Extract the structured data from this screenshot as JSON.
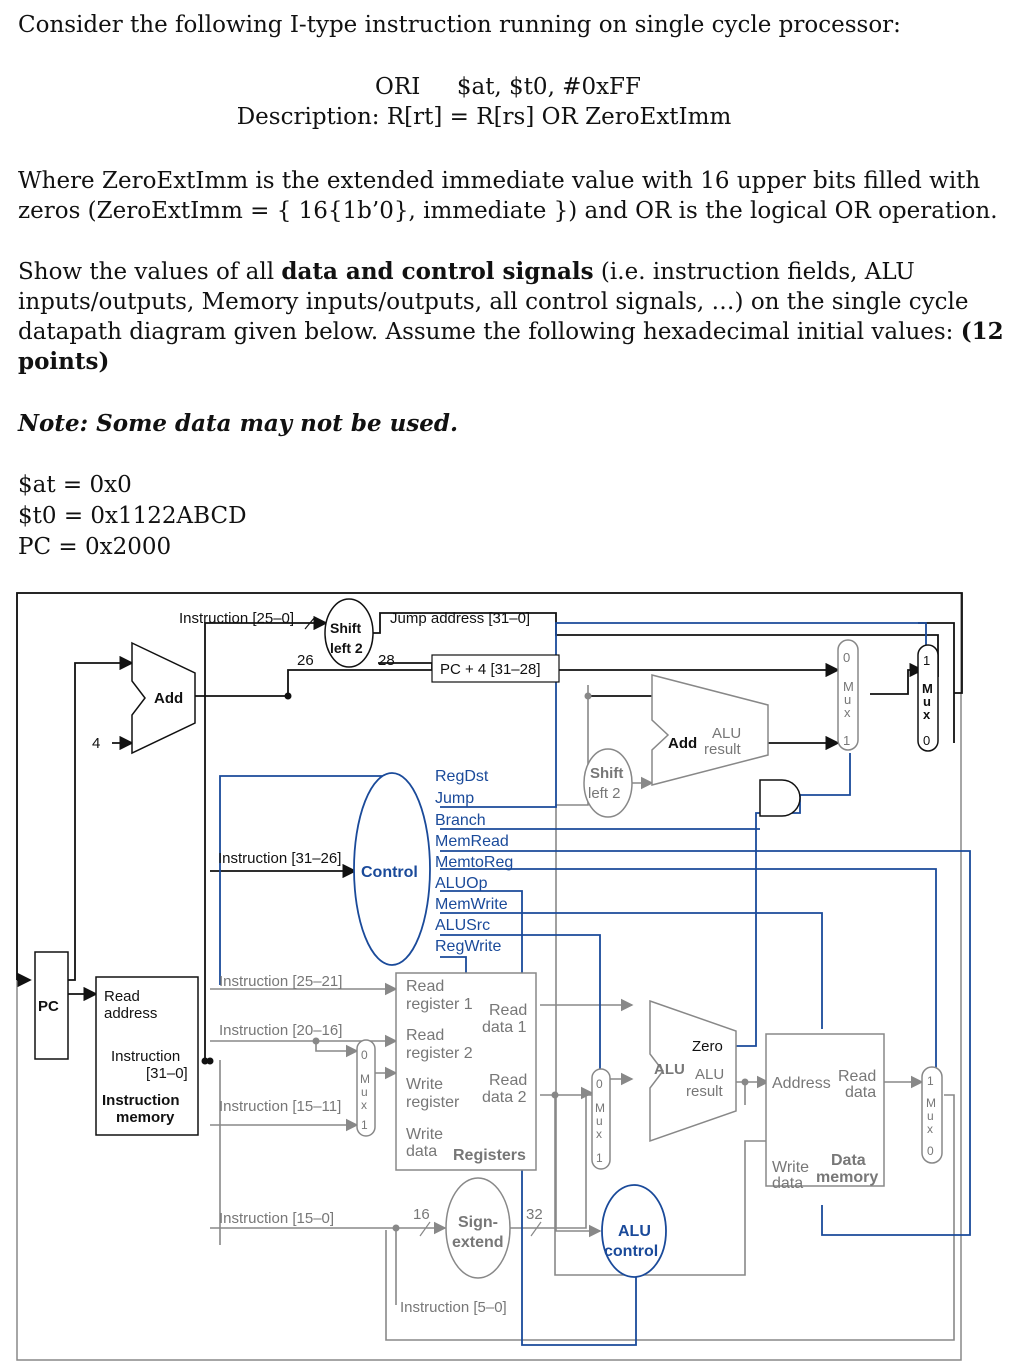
{
  "question": {
    "intro": "Consider the following I-type instruction running on single cycle processor:",
    "instruction_op": "ORI",
    "instruction_args": "$at, $t0, #0xFF",
    "description": "Description: R[rt] = R[rs] OR ZeroExtImm",
    "where_line1": "Where ZeroExtImm is the extended immediate value with 16 upper bits filled with",
    "where_line2": "zeros (ZeroExtImm = { 16{1b’0}, immediate }) and OR is the logical OR operation.",
    "show_line1_a": "Show the values of all ",
    "show_line1_b": "data and control signals",
    "show_line1_c": " (i.e. instruction fields, ALU",
    "show_line2": "inputs/outputs, Memory inputs/outputs, all control signals, …) on the single cycle",
    "show_line3_a": "datapath diagram given below. Assume the following hexadecimal initial values: ",
    "show_line3_b": "(12",
    "show_line4": "points)",
    "note": "Note: Some data may not be used.",
    "init_values": [
      "$at = 0x0",
      "$t0 = 0x1122ABCD",
      "PC = 0x2000"
    ]
  },
  "diagram": {
    "instr_25_0": "Instruction [25–0]",
    "shift_left2_top": "Shift",
    "shift_left2_bot": "left 2",
    "jump_address": "Jump address [31–0]",
    "width_26": "26",
    "width_28": "28",
    "pc4_31_28": "PC + 4 [31–28]",
    "add": "Add",
    "four": "4",
    "alu_result_top": "ALU",
    "alu_result_bot": "result",
    "mux": "M\nu\nx",
    "mux_0": "0",
    "mux_1": "1",
    "control_signals": [
      "RegDst",
      "Jump",
      "Branch",
      "MemRead",
      "MemtoReg",
      "ALUOp",
      "MemWrite",
      "ALUSrc",
      "RegWrite"
    ],
    "control": "Control",
    "instr_31_26": "Instruction [31–26]",
    "instr_25_21": "Instruction [25–21]",
    "instr_20_16": "Instruction [20–16]",
    "instr_15_11": "Instruction [15–11]",
    "instr_15_0": "Instruction [15–0]",
    "instr_5_0": "Instruction [5–0]",
    "pc": "PC",
    "read_address_1": "Read",
    "read_address_2": "address",
    "instruction_31_0_1": "Instruction",
    "instruction_31_0_2": "[31–0]",
    "instruction_memory_1": "Instruction",
    "instruction_memory_2": "memory",
    "read_register_1": "Read",
    "read_register_1b": "register 1",
    "read_register_2": "Read",
    "read_register_2b": "register 2",
    "write_register": "Write",
    "write_register_b": "register",
    "write_data": "Write",
    "write_data_b": "data",
    "read_data_1": "Read",
    "read_data_1b": "data 1",
    "read_data_2": "Read",
    "read_data_2b": "data 2",
    "registers": "Registers",
    "width_16": "16",
    "width_32": "32",
    "sign_extend_1": "Sign-",
    "sign_extend_2": "extend",
    "zero": "Zero",
    "alu": "ALU",
    "alu_control_1": "ALU",
    "alu_control_2": "control",
    "address": "Address",
    "read_data": "Read",
    "read_data_b": "data",
    "dm_write_data": "Write",
    "dm_write_data_b": "data",
    "data_memory_1": "Data",
    "data_memory_2": "memory",
    "colors": {
      "black": "#111111",
      "gray": "#888888",
      "blue": "#1a4a9a"
    }
  }
}
